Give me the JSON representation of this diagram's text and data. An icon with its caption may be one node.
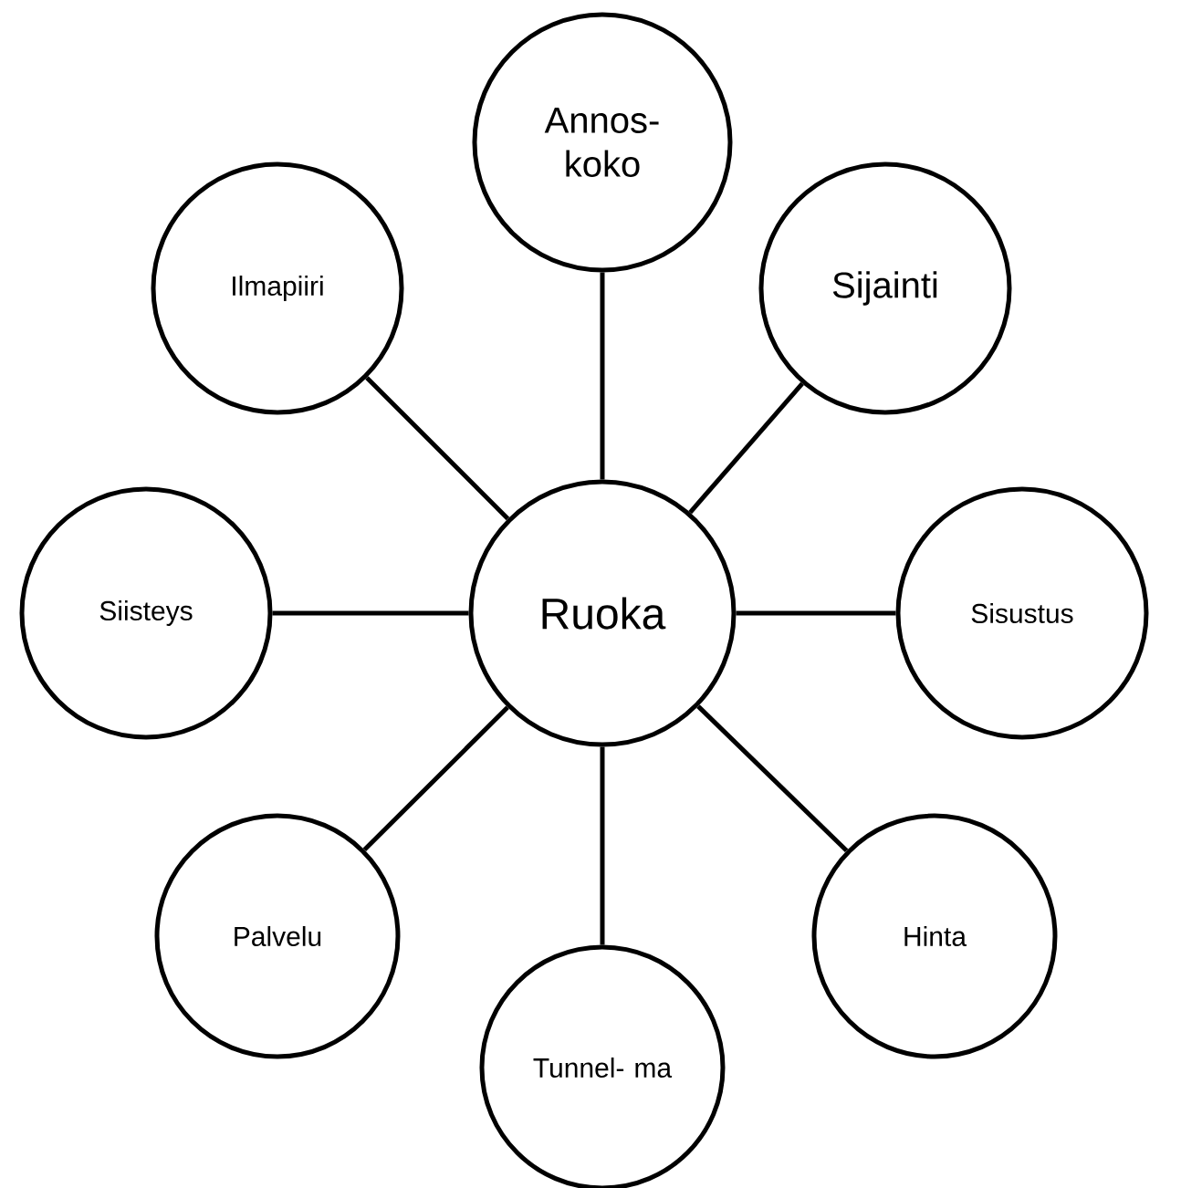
{
  "diagram": {
    "nodes": [
      {
        "text": [
          "Ruoka"
        ]
      },
      {
        "text": [
          "Annos- koko"
        ]
      },
      {
        "text": [
          "Sijainti"
        ]
      },
      {
        "text": [
          "Sisustus"
        ]
      },
      {
        "text": [
          "Hinta"
        ]
      },
      {
        "text": [
          "Tunnel- ma"
        ]
      },
      {
        "text": [
          "Palvelu"
        ]
      },
      {
        "text": [
          "Siisteys"
        ]
      },
      {
        "text": [
          "Ilmapiiri"
        ]
      }
    ],
    "edges": [
      {
        "from": 0,
        "to": 1,
        "arrow": "none"
      },
      {
        "from": 0,
        "to": 2,
        "arrow": "none"
      },
      {
        "from": 0,
        "to": 3,
        "arrow": "none"
      },
      {
        "from": 0,
        "to": 4,
        "arrow": "none"
      },
      {
        "from": 0,
        "to": 5,
        "arrow": "none"
      },
      {
        "from": 0,
        "to": 6,
        "arrow": "none"
      },
      {
        "from": 0,
        "to": 7,
        "arrow": "none"
      },
      {
        "from": 0,
        "to": 8,
        "arrow": "none"
      }
    ]
  }
}
